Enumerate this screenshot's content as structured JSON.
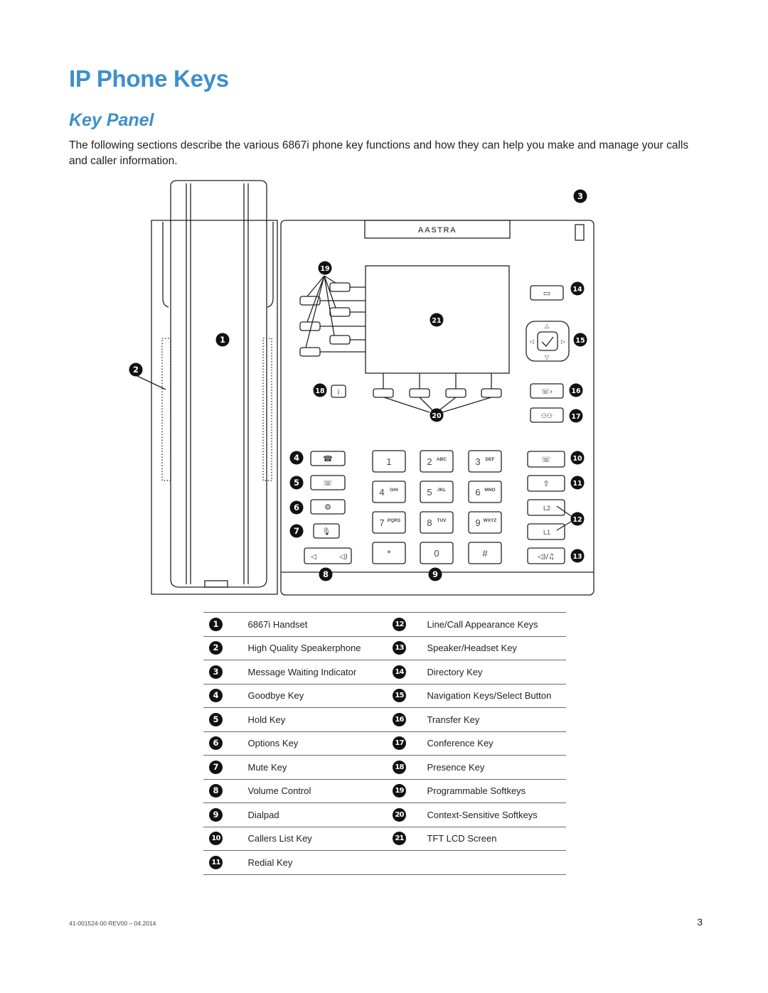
{
  "page": {
    "title": "IP Phone Keys",
    "subtitle": "Key Panel",
    "intro": "The following sections describe the various 6867i phone key functions and how they can help you make and manage your calls and caller information.",
    "footer_doc": "41-001524-00 REV00 – 04.2014",
    "page_number": "3"
  },
  "phone": {
    "brand": "AASTRA",
    "dialpad": [
      {
        "digit": "1",
        "letters": ""
      },
      {
        "digit": "2",
        "letters": "ABC"
      },
      {
        "digit": "3",
        "letters": "DEF"
      },
      {
        "digit": "4",
        "letters": "GHI"
      },
      {
        "digit": "5",
        "letters": "JKL"
      },
      {
        "digit": "6",
        "letters": "MNO"
      },
      {
        "digit": "7",
        "letters": "PQRS"
      },
      {
        "digit": "8",
        "letters": "TUV"
      },
      {
        "digit": "9",
        "letters": "WXYZ"
      },
      {
        "digit": "*",
        "letters": ""
      },
      {
        "digit": "0",
        "letters": ""
      },
      {
        "digit": "#",
        "letters": ""
      }
    ],
    "line_keys": [
      "L2",
      "L1"
    ],
    "callouts": [
      "1",
      "2",
      "3",
      "4",
      "5",
      "6",
      "7",
      "8",
      "9",
      "10",
      "11",
      "12",
      "13",
      "14",
      "15",
      "16",
      "17",
      "18",
      "19",
      "20",
      "21"
    ]
  },
  "legend": [
    {
      "left_num": "1",
      "left_label": "6867i Handset",
      "right_num": "12",
      "right_label": "Line/Call Appearance Keys"
    },
    {
      "left_num": "2",
      "left_label": "High Quality Speakerphone",
      "right_num": "13",
      "right_label": "Speaker/Headset Key"
    },
    {
      "left_num": "3",
      "left_label": "Message Waiting Indicator",
      "right_num": "14",
      "right_label": "Directory Key"
    },
    {
      "left_num": "4",
      "left_label": "Goodbye Key",
      "right_num": "15",
      "right_label": "Navigation Keys/Select Button"
    },
    {
      "left_num": "5",
      "left_label": "Hold Key",
      "right_num": "16",
      "right_label": "Transfer Key"
    },
    {
      "left_num": "6",
      "left_label": "Options Key",
      "right_num": "17",
      "right_label": "Conference Key"
    },
    {
      "left_num": "7",
      "left_label": "Mute Key",
      "right_num": "18",
      "right_label": "Presence Key"
    },
    {
      "left_num": "8",
      "left_label": "Volume Control",
      "right_num": "19",
      "right_label": "Programmable Softkeys"
    },
    {
      "left_num": "9",
      "left_label": "Dialpad",
      "right_num": "20",
      "right_label": "Context-Sensitive Softkeys"
    },
    {
      "left_num": "10",
      "left_label": "Callers List Key",
      "right_num": "21",
      "right_label": "TFT LCD Screen"
    },
    {
      "left_num": "11",
      "left_label": "Redial Key",
      "right_num": "",
      "right_label": ""
    }
  ],
  "colors": {
    "heading": "#3e8fcb",
    "callout": "#111111"
  }
}
